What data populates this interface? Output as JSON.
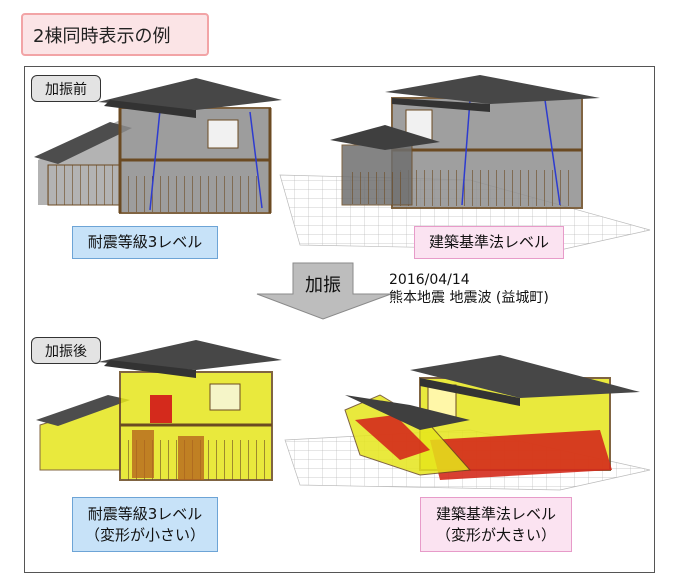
{
  "title": "2棟同時表示の例",
  "before_label": "加振前",
  "after_label": "加振後",
  "shake_label": "加振",
  "quake": {
    "date": "2016/04/14",
    "desc": "熊本地震 地震波 (益城町)"
  },
  "captions": {
    "before_left": "耐震等級3レベル",
    "before_right": "建築基準法レベル",
    "after_left_1": "耐震等級3レベル",
    "after_left_2": "（変形が小さい）",
    "after_right_1": "建築基準法レベル",
    "after_right_2": "（変形が大きい）"
  },
  "colors": {
    "title_bg": "#fbe4e6",
    "blue_caption": "#c7e2f8",
    "pink_caption": "#fbe3f1",
    "wall_intact": "#8a8a8a",
    "wall_stressed": "#e6e61c",
    "stress_high": "#d42a1c",
    "roof": "#555555",
    "timber": "#6b4a22"
  }
}
